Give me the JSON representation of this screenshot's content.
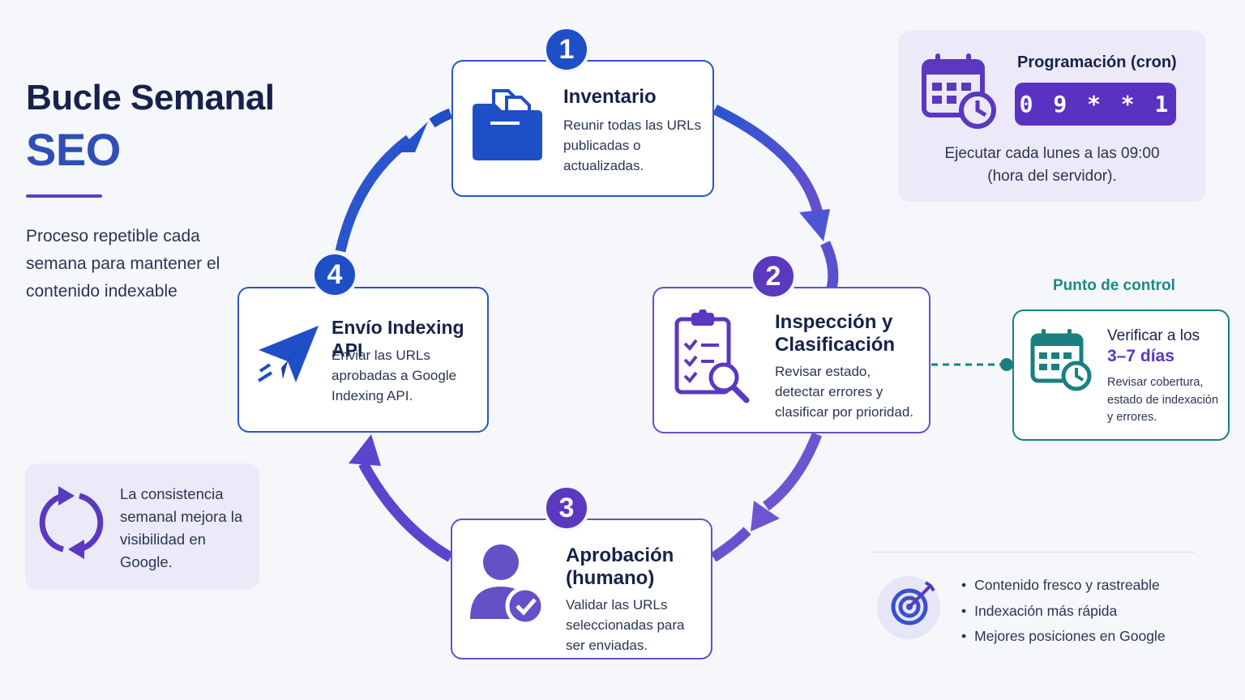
{
  "header": {
    "title_line1": "Bucle Semanal",
    "title_line2": "SEO",
    "subtitle": "Proceso repetible cada semana para mantener el contenido indexable"
  },
  "steps": [
    {
      "number": "1",
      "title": "Inventario",
      "description": "Reunir todas las URLs publicadas o actualizadas.",
      "icon": "folder-icon"
    },
    {
      "number": "2",
      "title": "Inspección y Clasificación",
      "description": "Revisar estado, detectar errores y clasificar por prioridad.",
      "icon": "clipboard-checklist-icon"
    },
    {
      "number": "3",
      "title": "Aprobación (humano)",
      "description": "Validar las URLs seleccionadas para ser enviadas.",
      "icon": "user-check-icon"
    },
    {
      "number": "4",
      "title": "Envío Indexing API",
      "description": "Enviar las URLs aprobadas a Google Indexing API.",
      "icon": "paper-plane-icon"
    }
  ],
  "schedule": {
    "title": "Programación (cron)",
    "cron": "0 9 * * 1",
    "description": "Ejecutar cada lunes a las 09:00 (hora del servidor).",
    "icon": "calendar-clock-icon"
  },
  "checkpoint": {
    "label": "Punto de control",
    "title_line1": "Verificar a los",
    "title_line2": "3–7 días",
    "description": "Revisar cobertura, estado de indexación y errores.",
    "icon": "calendar-clock-icon"
  },
  "consistency": {
    "text": "La consistencia semanal mejora la visibilidad en Google.",
    "icon": "refresh-cycle-icon"
  },
  "benefits": {
    "icon": "target-icon",
    "items": [
      "Contenido fresco y rastreable",
      "Indexación más rápida",
      "Mejores posiciones en Google"
    ]
  },
  "colors": {
    "blue": "#1f4fc7",
    "purple": "#5a38c0",
    "teal": "#1a7f7f",
    "lavender": "#ece9f8"
  }
}
